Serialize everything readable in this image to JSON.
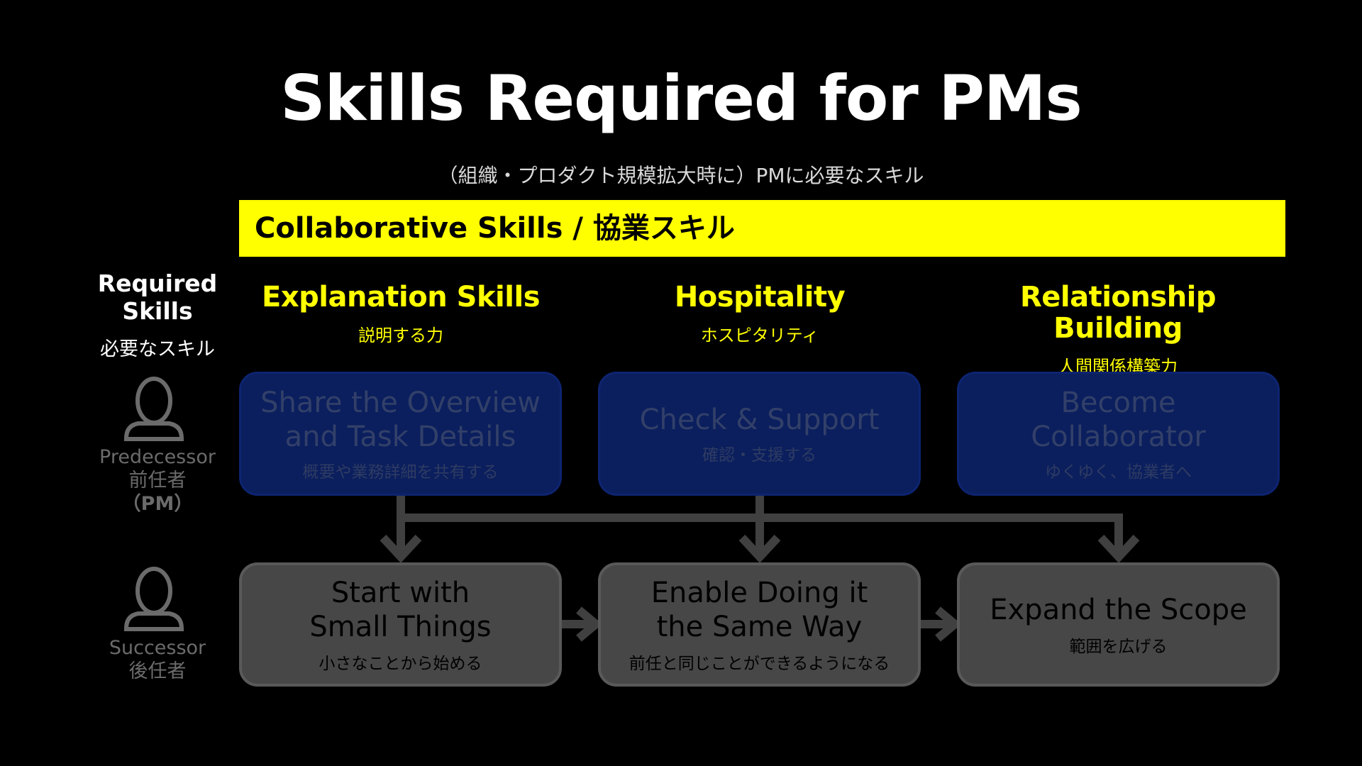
{
  "title": "Skills Required for PMs",
  "subtitle": "（組織・プロダクト規模拡大時に）PMに必要なスキル",
  "banner": "Collaborative Skills / 協業スキル",
  "row_header": {
    "title": "Required\nSkills",
    "sub": "必要なスキル"
  },
  "roles": {
    "predecessor": {
      "en": "Predecessor",
      "ja": "前任者",
      "pm": "（PM）"
    },
    "successor": {
      "en": "Successor",
      "ja": "後任者"
    }
  },
  "columns": [
    {
      "heading": "Explanation Skills",
      "heading_ja": "説明する力",
      "predecessor_main": "Share the Overview\nand Task Details",
      "predecessor_sub": "概要や業務詳細を共有する",
      "successor_main": "Start with\nSmall Things",
      "successor_sub": "小さなことから始める"
    },
    {
      "heading": "Hospitality",
      "heading_ja": "ホスピタリティ",
      "predecessor_main": "Check & Support",
      "predecessor_sub": "確認・支援する",
      "successor_main": "Enable Doing it\nthe Same Way",
      "successor_sub": "前任と同じことができるようになる"
    },
    {
      "heading": "Relationship Building",
      "heading_ja": "人間関係構築力",
      "predecessor_main": "Become\nCollaborator",
      "predecessor_sub": "ゆくゆく、協業者へ",
      "successor_main": "Expand the Scope",
      "successor_sub": "範囲を広げる"
    }
  ],
  "colors": {
    "background": "#000000",
    "accent": "#ffff00",
    "predecessor_box": "#0b1f5e",
    "successor_box": "#474747",
    "arrow": "#404040"
  }
}
